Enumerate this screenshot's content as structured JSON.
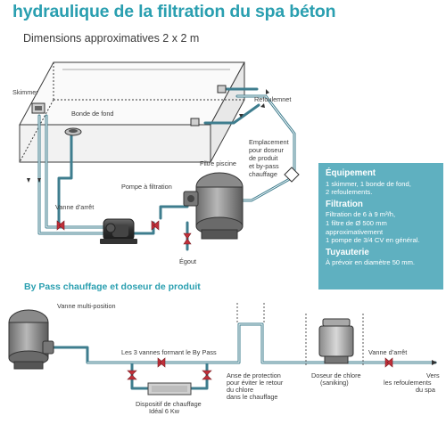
{
  "title": "hydraulique de la filtration du spa béton",
  "subtitle": "Dimensions approximatives 2 x 2 m",
  "section2_title": "By Pass chauffage et doseur de produit",
  "colors": {
    "accent": "#2a9fb0",
    "pipe": "#3e7d8e",
    "valve": "#c0303a",
    "box": "#5fb0c0"
  },
  "labels": {
    "skimmer": "Skimmer",
    "bonde": "Bonde de fond",
    "refoulement": "Refoulemnet",
    "emplacement": [
      "Emplacement",
      "pour doseur",
      "de produit",
      "et by-pass",
      "chauffage"
    ],
    "filtre": "Filtre piscine",
    "pompe": "Pompe à filtration",
    "vanne_arret": "Vanne d’arrêt",
    "egout": "Égout",
    "vanne_multi": "Vanne multi-position",
    "trois_vannes": "Les 3 vannes formant le By Pass",
    "anse": [
      "Anse de protection",
      "pour éviter le retour",
      "du chlore",
      "dans le chauffage"
    ],
    "doseur": [
      "Doseur de chlore",
      "(saniking)"
    ],
    "vanne_arret2": "Vanne d’arrêt",
    "vers": [
      "Vers",
      "les refoulements",
      "du spa"
    ],
    "dispositif": [
      "Dispositif de chauffage",
      "Idéal 6 Kw"
    ]
  },
  "info_box": {
    "equipement_title": "Équipement",
    "equipement_lines": [
      "1 skimmer, 1 bonde de fond,",
      "2 refoulements."
    ],
    "filtration_title": "Filtration",
    "filtration_lines": [
      "Filtration de 6 à 9 m³/h,",
      "1 filtre de Ø 500 mm",
      "approximativement",
      "1 pompe de 3/4 CV en général."
    ],
    "tuyauterie_title": "Tuyauterie",
    "tuyauterie_lines": [
      "À prévoir en diamètre 50 mm."
    ]
  }
}
